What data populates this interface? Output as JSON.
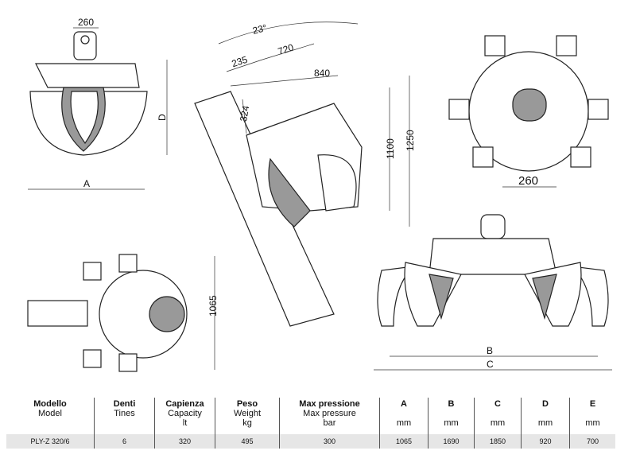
{
  "drawing": {
    "front_view": {
      "top_width": "260",
      "height_label": "D",
      "width_label": "A"
    },
    "side_view": {
      "angle": "23°",
      "d1": "235",
      "d2": "720",
      "d3": "840",
      "d4": "324",
      "h1": "1100",
      "h2": "1250"
    },
    "top_view": {
      "width": "260"
    },
    "bottom_left_view": {
      "height": "1065"
    },
    "open_view": {
      "inner_width_label": "B",
      "outer_width_label": "C"
    }
  },
  "table": {
    "headers": [
      {
        "it": "Modello",
        "en": "Model",
        "unit": ""
      },
      {
        "it": "Denti",
        "en": "Tines",
        "unit": ""
      },
      {
        "it": "Capienza",
        "en": "Capacity",
        "unit": "lt"
      },
      {
        "it": "Peso",
        "en": "Weight",
        "unit": "kg"
      },
      {
        "it": "Max pressione",
        "en": "Max pressure",
        "unit": "bar"
      },
      {
        "it": "A",
        "en": "",
        "unit": "mm"
      },
      {
        "it": "B",
        "en": "",
        "unit": "mm"
      },
      {
        "it": "C",
        "en": "",
        "unit": "mm"
      },
      {
        "it": "D",
        "en": "",
        "unit": "mm"
      },
      {
        "it": "E",
        "en": "",
        "unit": "mm"
      }
    ],
    "row": [
      "PLY-Z 320/6",
      "6",
      "320",
      "495",
      "300",
      "1065",
      "1690",
      "1850",
      "920",
      "700"
    ]
  }
}
